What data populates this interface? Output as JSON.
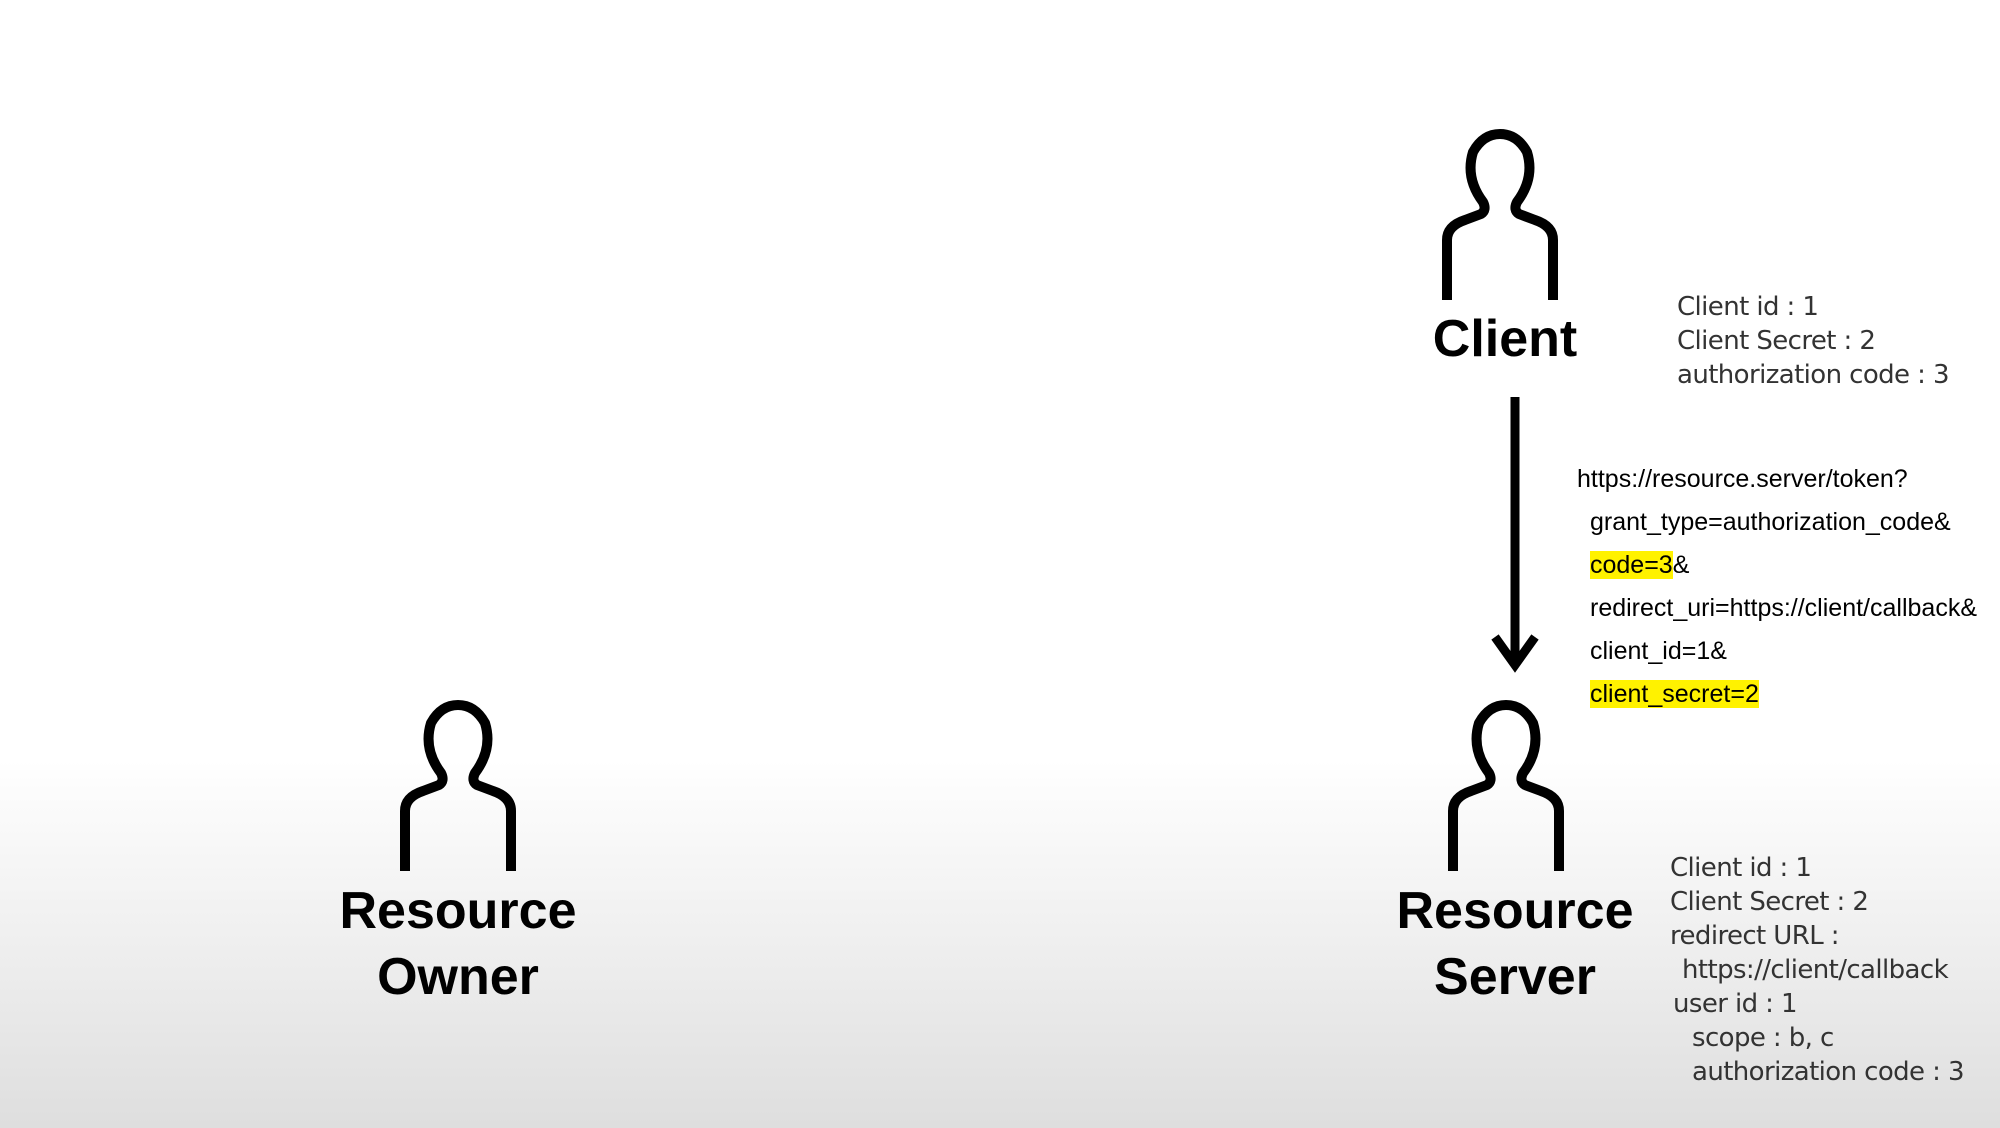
{
  "actors": {
    "client": {
      "label": "Client",
      "icon": "person-icon"
    },
    "resource_server": {
      "label_line1": "Resource",
      "label_line2": "Server",
      "icon": "person-icon"
    },
    "resource_owner": {
      "label_line1": "Resource",
      "label_line2": "Owner",
      "icon": "person-icon"
    }
  },
  "client_info": [
    "Client id : 1",
    "Client Secret : 2",
    "authorization code : 3"
  ],
  "server_info": [
    "Client id : 1",
    "Client Secret : 2",
    "redirect URL :",
    "https://client/callback",
    "user id : 1",
    "scope : b, c",
    "authorization code : 3"
  ],
  "token_request": {
    "url": "https://resource.server/token?",
    "grant_type": "grant_type=authorization_code&",
    "code_highlight": "code=3",
    "code_tail": "&",
    "redirect_uri": "redirect_uri=https://client/callback&",
    "client_id": "client_id=1&",
    "client_secret": "client_secret=2"
  },
  "colors": {
    "highlight": "#fff200",
    "info_text": "#333333",
    "stroke": "#000000"
  }
}
